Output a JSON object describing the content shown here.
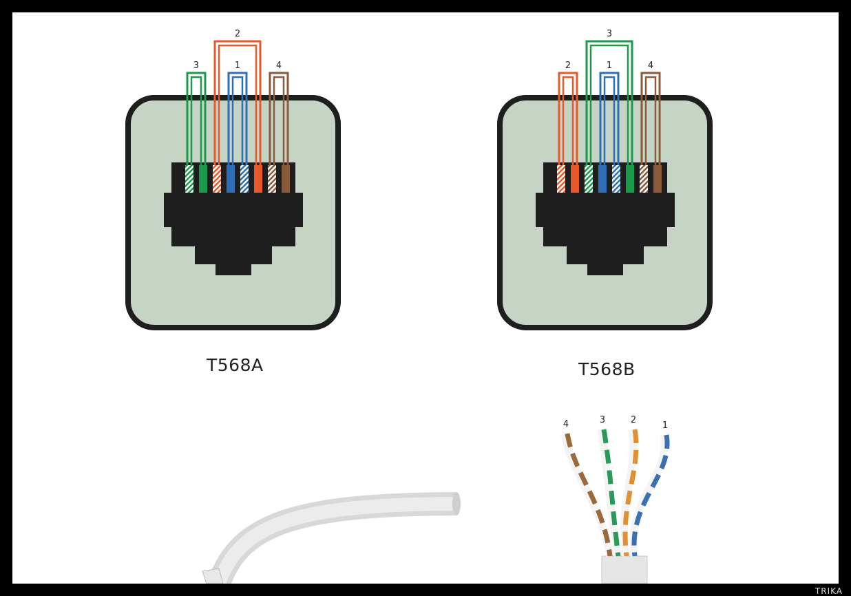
{
  "jacks": [
    {
      "label": "T568A",
      "pair_labels": [
        "3",
        "2",
        "1",
        "4"
      ],
      "pins": [
        "white-green",
        "green",
        "white-orange",
        "blue",
        "white-blue",
        "orange",
        "white-brown",
        "brown"
      ]
    },
    {
      "label": "T568B",
      "pair_labels": [
        "2",
        "3",
        "1",
        "4"
      ],
      "pins": [
        "white-orange",
        "orange",
        "white-green",
        "blue",
        "white-blue",
        "green",
        "white-brown",
        "brown"
      ]
    }
  ],
  "cable_pair_labels": [
    "4",
    "3",
    "2",
    "1"
  ],
  "colors": {
    "green": "#1a9a4a",
    "orange": "#e8582a",
    "blue": "#2f6fb8",
    "brown": "#8a5a3a",
    "jack_fill": "#c6d4c6",
    "jack_body": "#1e1e1e",
    "cable_orange": "#e09030",
    "cable_brown": "#9a6a3a",
    "cable_green": "#2a9a5a",
    "cable_blue": "#3a70b0"
  },
  "watermark": "TRIKA"
}
